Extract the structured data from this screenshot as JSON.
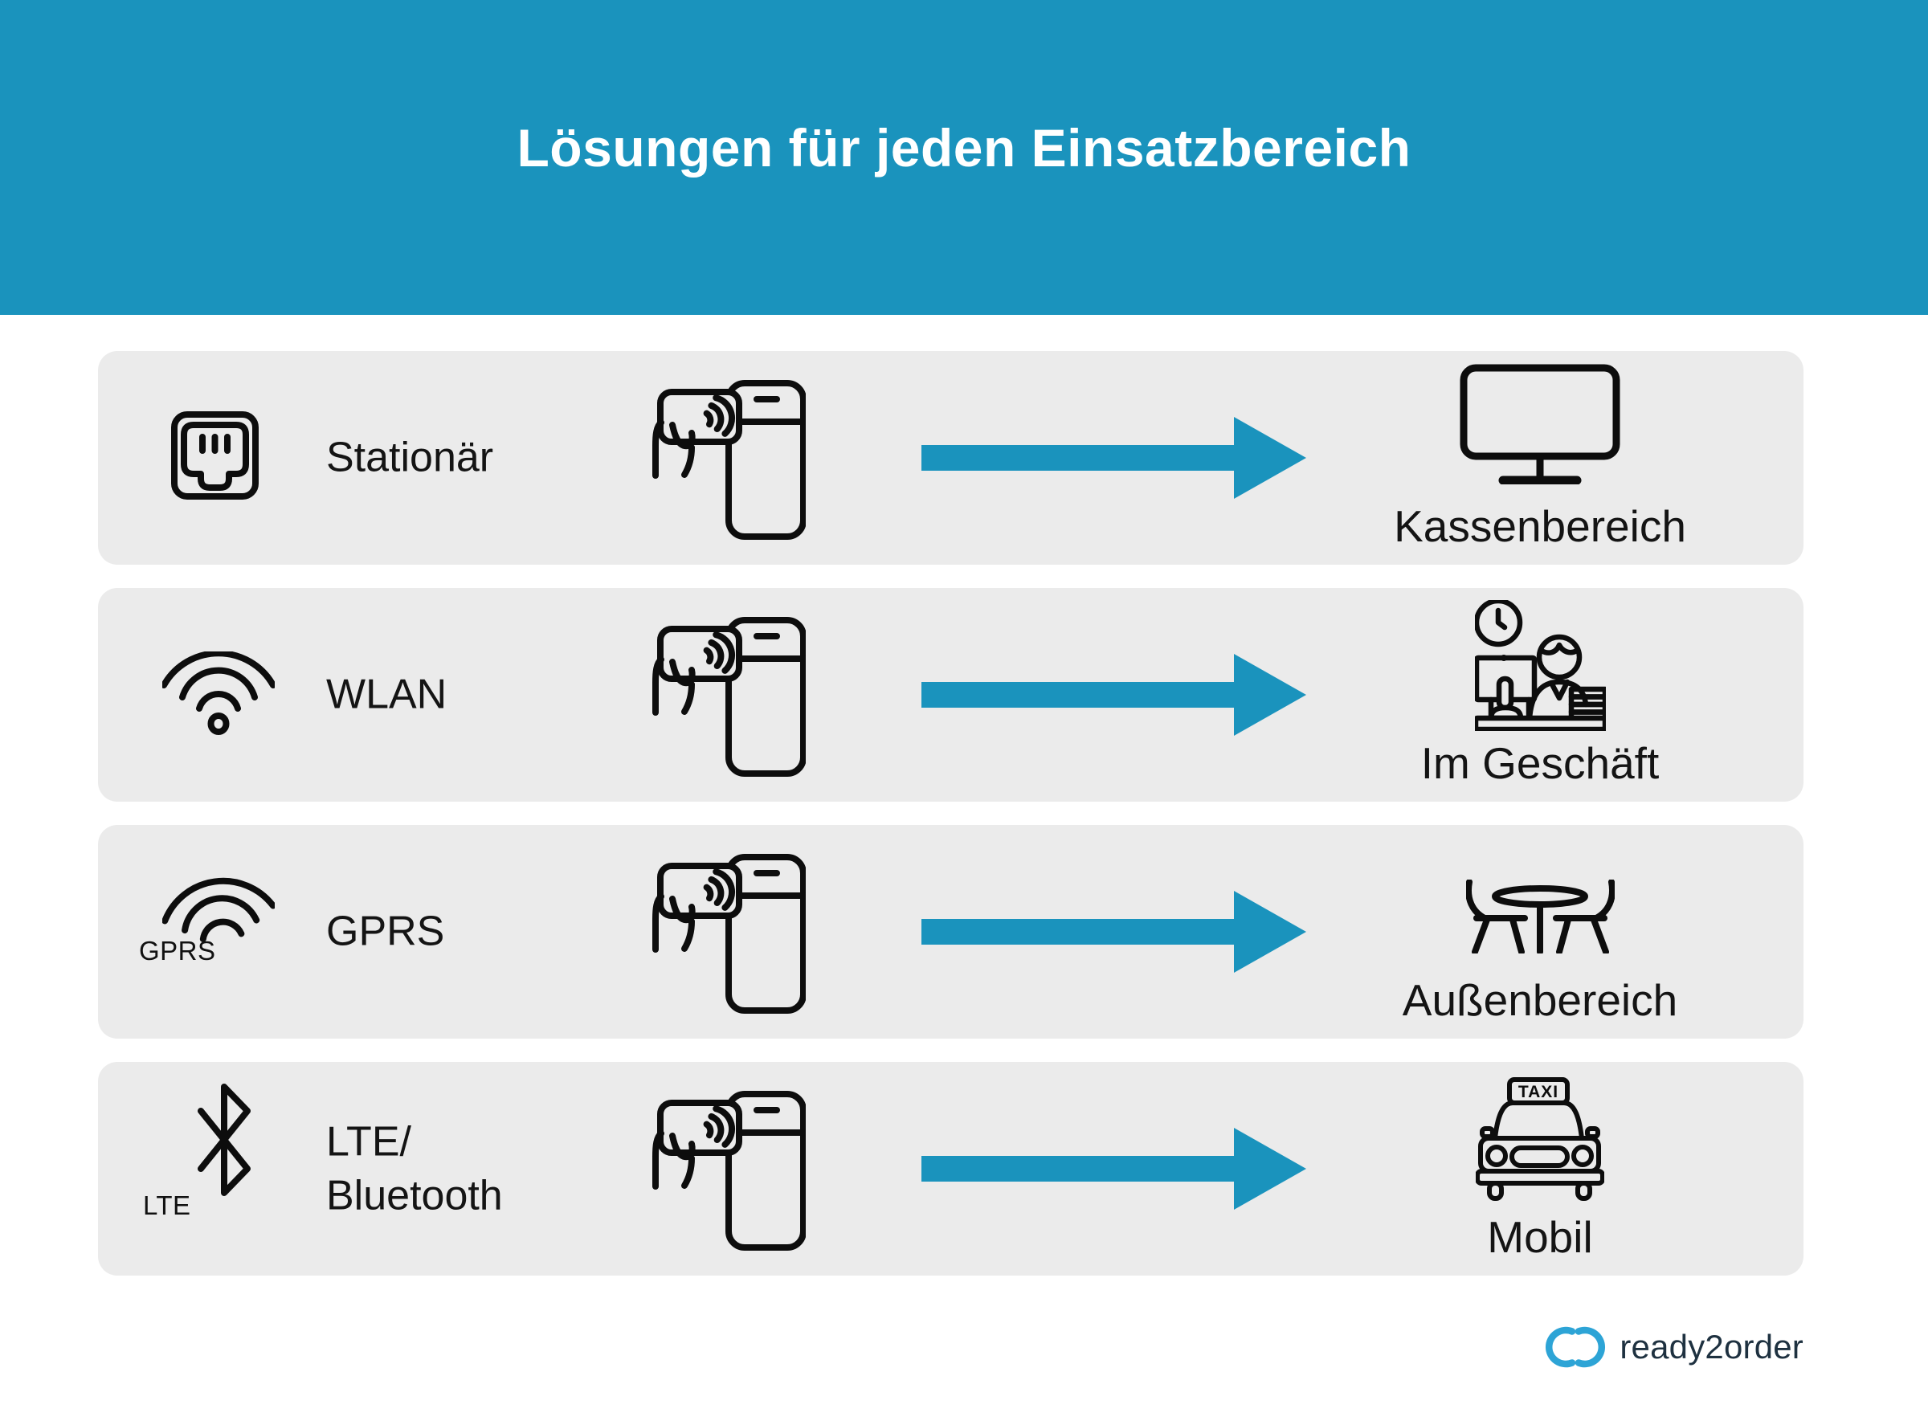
{
  "header": {
    "title": "Lösungen für jeden Einsatzbereich"
  },
  "rows": [
    {
      "tech_label": "Stationär",
      "tech_icon": "ethernet-port-icon",
      "area_label": "Kassenbereich",
      "area_icon": "monitor-icon"
    },
    {
      "tech_label": "WLAN",
      "tech_icon": "wifi-icon",
      "area_label": "Im Geschäft",
      "area_icon": "shop-counter-icon"
    },
    {
      "tech_label": "GPRS",
      "tech_icon": "gprs-signal-icon",
      "tech_caption": "GPRS",
      "area_label": "Außenbereich",
      "area_icon": "table-chairs-icon"
    },
    {
      "tech_label": "LTE/\nBluetooth",
      "tech_icon": "bluetooth-icon",
      "tech_caption": "LTE",
      "area_label": "Mobil",
      "area_icon": "taxi-icon"
    }
  ],
  "middle_icon": "card-payment-terminal-icon",
  "taxi_sign": "TAXI",
  "logo": {
    "text": "ready2order"
  },
  "colors": {
    "header_bg": "#1a93bd",
    "arrow": "#1a93bd",
    "row_bg": "#ebebeb",
    "icon_stroke": "#0d0d0d",
    "title_text": "#ffffff",
    "logo_mark": "#2da4d6",
    "logo_text": "#1e3140"
  }
}
